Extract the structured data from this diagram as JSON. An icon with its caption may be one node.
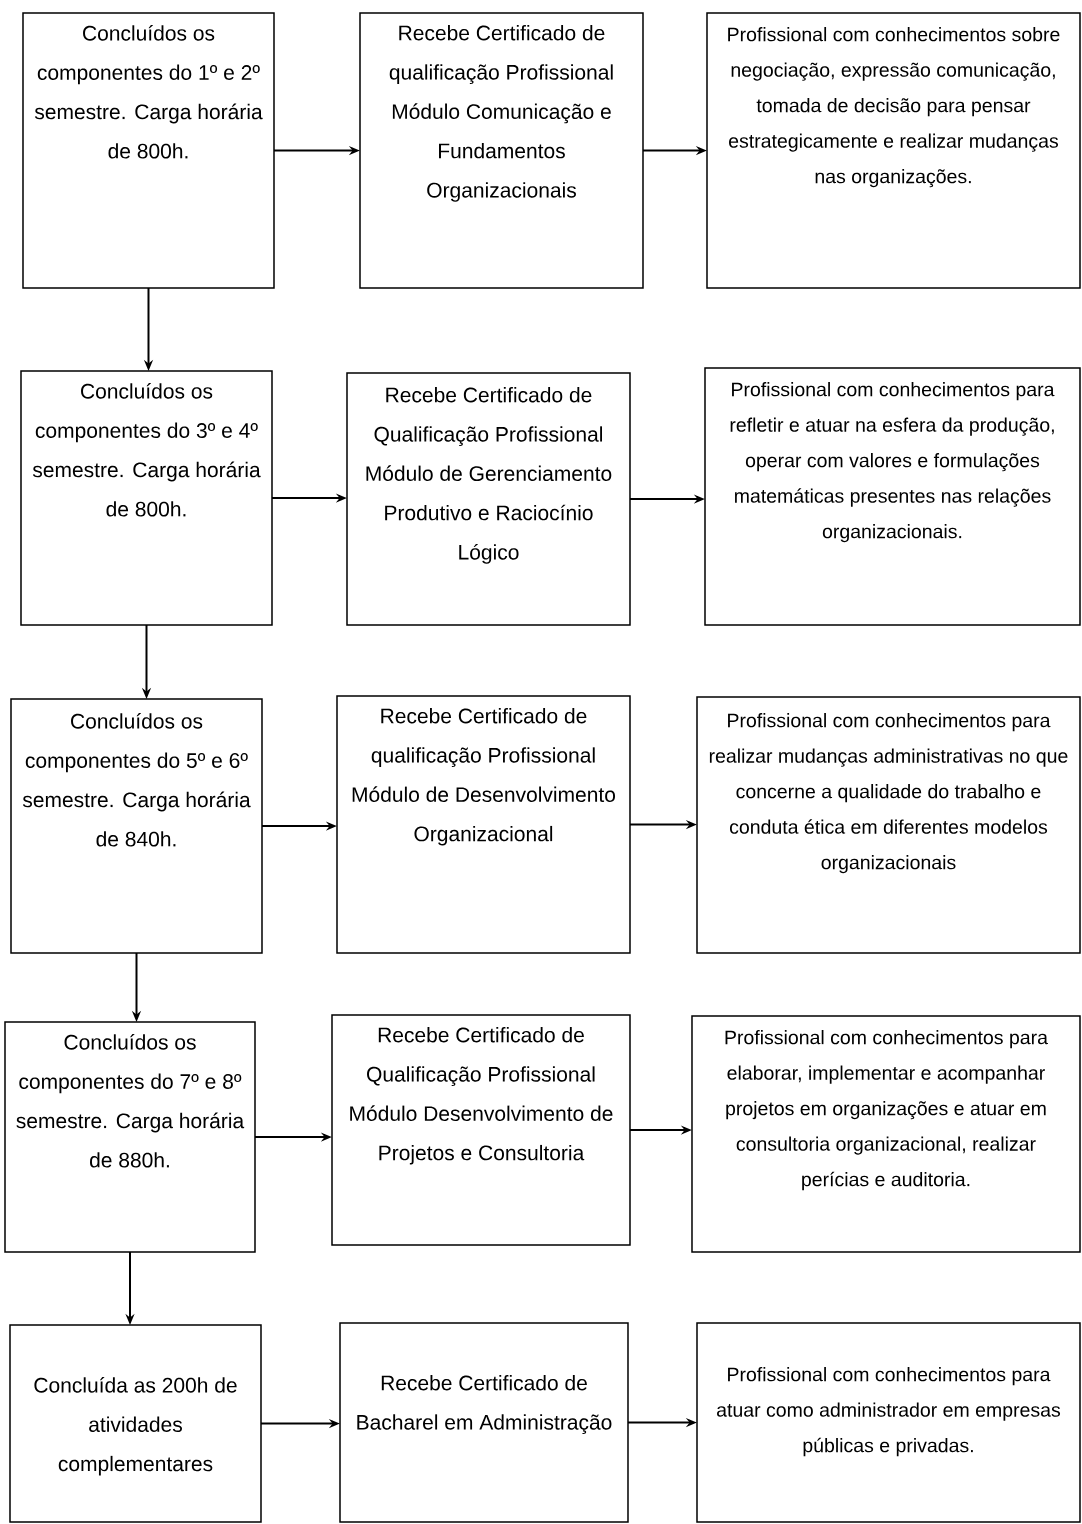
{
  "diagram": {
    "nodes": [
      {
        "text": [
          "Concluídos os componentes do 1º e 2º semestre. Carga horária de 800h."
        ]
      },
      {
        "text": [
          "Recebe Certificado de qualificação Profissional Módulo Comunicação e Fundamentos Organizacionais"
        ]
      },
      {
        "text": [
          "Profissional com conhecimentos sobre negociação, expressão comunicação, tomada de decisão para pensar estrategicamente e realizar mudanças nas organizações."
        ]
      },
      {
        "text": [
          "Concluídos os componentes do 3º e 4º semestre. Carga horária de 800h."
        ]
      },
      {
        "text": [
          "Recebe Certificado de Qualificação Profissional Módulo de Gerenciamento Produtivo e Raciocínio Lógico"
        ]
      },
      {
        "text": [
          "Profissional com conhecimentos para refletir e atuar na esfera da produção, operar com valores e formulações matemáticas presentes nas relações organizacionais."
        ]
      },
      {
        "text": [
          "Concluídos os componentes do 5º e 6º semestre. Carga horária de 840h."
        ]
      },
      {
        "text": [
          "Recebe Certificado de qualificação Profissional Módulo de Desenvolvimento Organizacional"
        ]
      },
      {
        "text": [
          "Profissional com conhecimentos para realizar mudanças administrativas no que concerne a qualidade do trabalho e conduta ética em diferentes modelos organizacionais"
        ]
      },
      {
        "text": [
          "Concluídos os componentes do 7º e 8º semestre. Carga horária de 880h."
        ]
      },
      {
        "text": [
          "Recebe Certificado de Qualificação Profissional Módulo Desenvolvimento de Projetos e Consultoria"
        ]
      },
      {
        "text": [
          "Profissional com conhecimentos para elaborar, implementar e acompanhar projetos em organizações e atuar em consultoria organizacional, realizar perícias e auditoria."
        ]
      },
      {
        "text": [
          "Concluída as 200h de atividades complementares"
        ]
      },
      {
        "text": [
          "Recebe Certificado de Bacharel em Administração"
        ]
      },
      {
        "text": [
          "Profissional com conhecimentos para atuar como administrador em empresas públicas e privadas."
        ]
      }
    ],
    "edges": [
      {
        "from": 0,
        "to": 1,
        "arrow": "to"
      },
      {
        "from": 1,
        "to": 2,
        "arrow": "to"
      },
      {
        "from": 0,
        "to": 3,
        "arrow": "to"
      },
      {
        "from": 3,
        "to": 4,
        "arrow": "to"
      },
      {
        "from": 4,
        "to": 5,
        "arrow": "to"
      },
      {
        "from": 3,
        "to": 6,
        "arrow": "to"
      },
      {
        "from": 6,
        "to": 7,
        "arrow": "to"
      },
      {
        "from": 7,
        "to": 8,
        "arrow": "to"
      },
      {
        "from": 6,
        "to": 9,
        "arrow": "to"
      },
      {
        "from": 9,
        "to": 10,
        "arrow": "to"
      },
      {
        "from": 10,
        "to": 11,
        "arrow": "to"
      },
      {
        "from": 9,
        "to": 12,
        "arrow": "to"
      },
      {
        "from": 12,
        "to": 13,
        "arrow": "to"
      },
      {
        "from": 13,
        "to": 14,
        "arrow": "to"
      }
    ]
  }
}
